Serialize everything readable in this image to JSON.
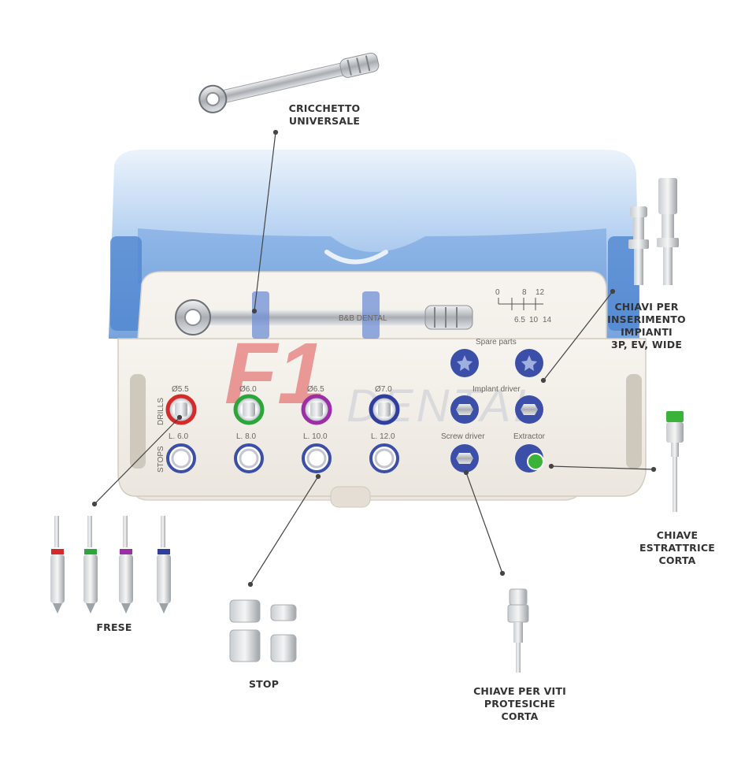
{
  "watermark": {
    "brand": "F1",
    "word": "DENTAL"
  },
  "ratchet_brand": "B&B DENTAL",
  "callouts": {
    "ratchet": [
      "CRICCHETTO",
      "UNIVERSALE"
    ],
    "implant_keys": [
      "CHIAVI PER",
      "INSERIMENTO",
      "IMPIANTI",
      "3P, EV, WIDE"
    ],
    "extractor": [
      "CHIAVE",
      "ESTRATTRICE",
      "CORTA"
    ],
    "drills": [
      "FRESE"
    ],
    "stop": [
      "STOP"
    ],
    "screwdriver": [
      "CHIAVE PER VITI",
      "PROTESICHE",
      "CORTA"
    ]
  },
  "tray": {
    "row_label_drills": "DRILLS",
    "row_label_stops": "STOPS",
    "drill_diameters": [
      "Ø5.5",
      "Ø6.0",
      "Ø6.5",
      "Ø7.0"
    ],
    "stop_lengths": [
      "L. 6.0",
      "L. 8.0",
      "L. 10.0",
      "L. 12.0"
    ],
    "spare_parts": "Spare parts",
    "implant_driver": "Implant driver",
    "screw_driver": "Screw driver",
    "extractor": "Extractor",
    "gauge_top": [
      "0",
      "8",
      "12"
    ],
    "gauge_bottom": [
      "6.5",
      "10",
      "14"
    ]
  },
  "colors": {
    "drill_rings": [
      "#d42a2a",
      "#2aa63a",
      "#9a2fa6",
      "#2f3f9e"
    ],
    "socket_ring": "#3b4fa8",
    "lid": "#8fb8e8",
    "tray": "#f3efe9",
    "extractor_tip": "#3bb33b",
    "watermark": "#e05050"
  }
}
